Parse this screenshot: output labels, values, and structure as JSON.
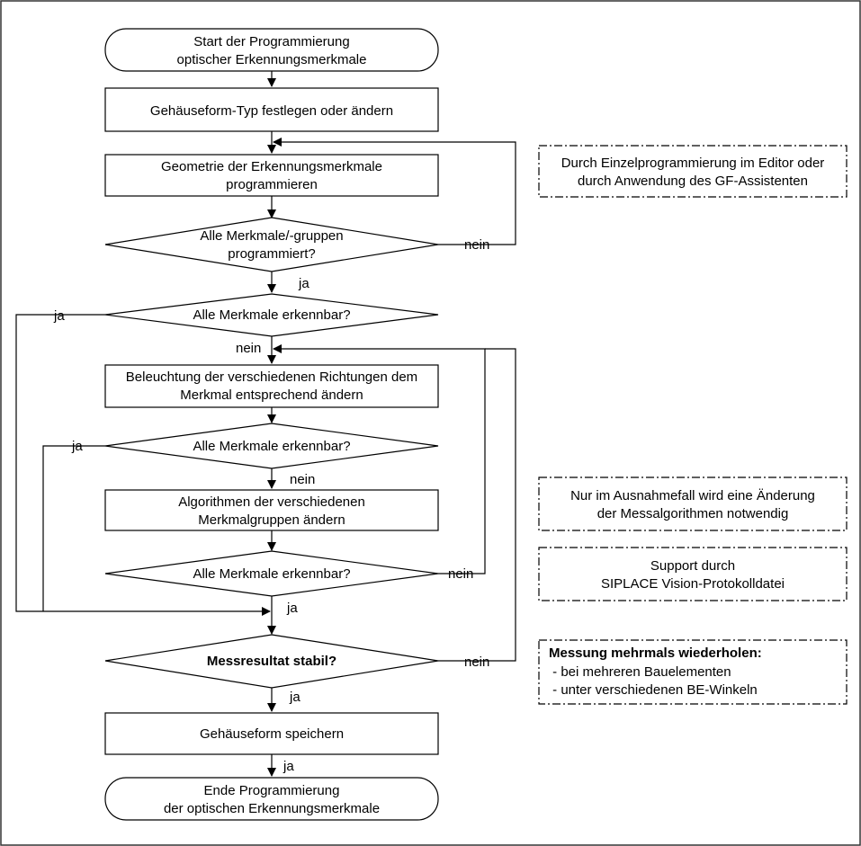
{
  "nodes": {
    "start": {
      "line1": "Start der Programmierung",
      "line2": "optischer Erkennungsmerkmale"
    },
    "set_type": {
      "line1": "Gehäuseform-Typ festlegen oder ändern"
    },
    "geometry": {
      "line1": "Geometrie der Erkennungsmerkmale",
      "line2": "programmieren"
    },
    "decision_all_programmed": {
      "line1": "Alle Merkmale/-gruppen",
      "line2": "programmiert?"
    },
    "decision_recognizable_1": {
      "line1": "Alle Merkmale erkennbar?"
    },
    "lighting": {
      "line1": "Beleuchtung der verschiedenen Richtungen dem",
      "line2": "Merkmal entsprechend ändern"
    },
    "decision_recognizable_2": {
      "line1": "Alle Merkmale erkennbar?"
    },
    "algorithms": {
      "line1": "Algorithmen der verschiedenen",
      "line2": "Merkmalgruppen ändern"
    },
    "decision_recognizable_3": {
      "line1": "Alle Merkmale erkennbar?"
    },
    "decision_stable": {
      "line1": "Messresultat stabil?"
    },
    "save": {
      "line1": "Gehäuseform speichern"
    },
    "end": {
      "line1": "Ende Programmierung",
      "line2": "der optischen Erkennungsmerkmale"
    }
  },
  "edge_labels": {
    "programmed_no": "nein",
    "programmed_yes": "ja",
    "recog1_yes": "ja",
    "recog1_no": "nein",
    "recog2_yes": "ja",
    "recog2_no": "nein",
    "recog3_no": "nein",
    "recog3_yes": "ja",
    "stable_no": "nein",
    "stable_yes": "ja",
    "save_yes": "ja"
  },
  "notes": {
    "editor": {
      "line1": "Durch Einzelprogrammierung im Editor oder",
      "line2": "durch Anwendung des GF-Assistenten"
    },
    "exception": {
      "line1": "Nur im Ausnahmefall wird eine  Änderung",
      "line2": "der Messalgorithmen notwendig"
    },
    "support": {
      "line1": "Support durch",
      "line2": "SIPLACE Vision-Protokolldatei"
    },
    "repeat": {
      "title": "Messung mehrmals wiederholen:",
      "item1": " - bei mehreren Bauelementen",
      "item2": " - unter verschiedenen BE-Winkeln"
    }
  }
}
